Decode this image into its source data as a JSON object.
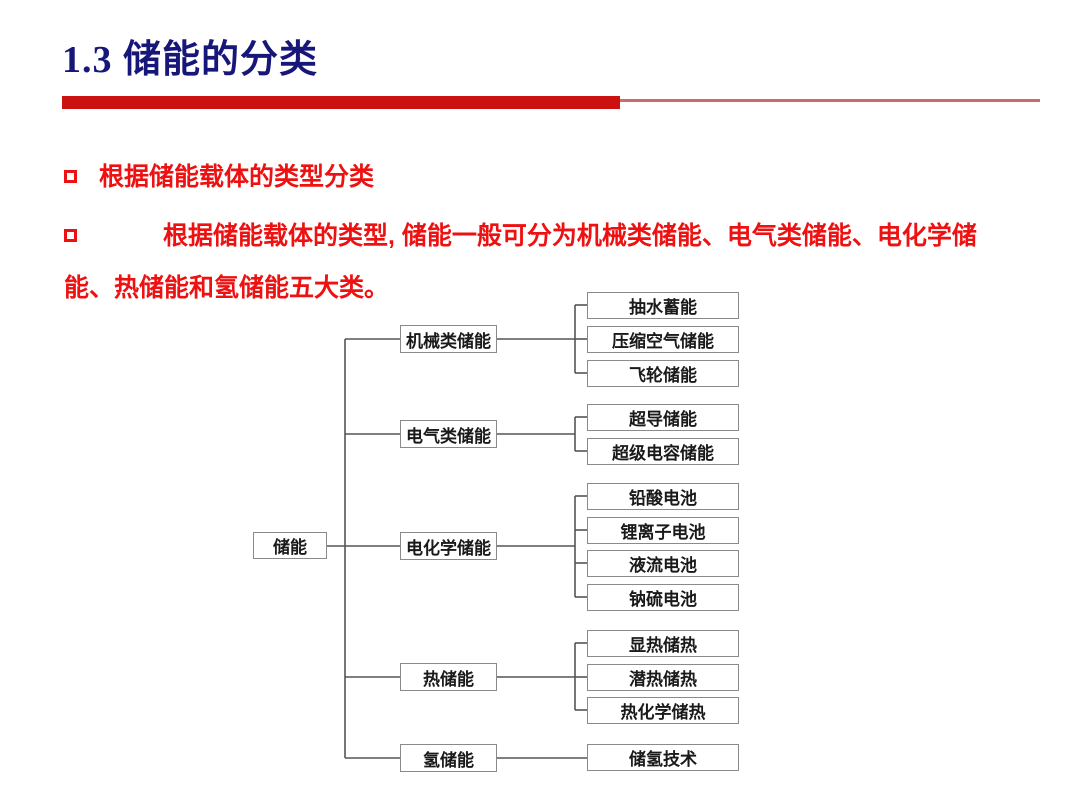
{
  "slide": {
    "title_number": "1.3",
    "title_text": "储能的分类",
    "title_color": "#17177a",
    "accent_color": "#cc1111",
    "bullet_color": "#ee1111",
    "bullets": [
      {
        "icon": "hollow-square-bullet",
        "text": "根据储能载体的类型分类"
      },
      {
        "icon": "hollow-square-bullet",
        "text": "根据储能载体的类型, 储能一般可分为机械类储能、电气类储能、电化学储能、热储能和氢储能五大类。"
      }
    ]
  },
  "diagram": {
    "root": "储能",
    "branches": [
      {
        "label": "机械类储能",
        "leaves": [
          "抽水蓄能",
          "压缩空气储能",
          "飞轮储能"
        ]
      },
      {
        "label": "电气类储能",
        "leaves": [
          "超导储能",
          "超级电容储能"
        ]
      },
      {
        "label": "电化学储能",
        "leaves": [
          "铅酸电池",
          "锂离子电池",
          "液流电池",
          "钠硫电池"
        ]
      },
      {
        "label": "热储能",
        "leaves": [
          "显热储热",
          "潜热储热",
          "热化学储热"
        ]
      },
      {
        "label": "氢储能",
        "leaves": [
          "储氢技术"
        ]
      }
    ]
  }
}
